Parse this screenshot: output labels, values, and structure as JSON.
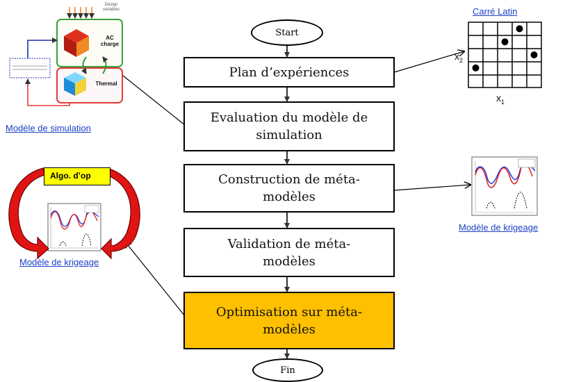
{
  "flow": {
    "start": "Start",
    "steps": [
      "Plan d’expériences",
      "Evaluation du modèle de simulation",
      "Construction de méta-modèles",
      "Validation de méta-modèles",
      "Optimisation sur méta-modèles"
    ],
    "end": "Fin",
    "highlight_color": "#ffc000"
  },
  "latin_square": {
    "title": "Carré Latin",
    "x_label": "x",
    "x_sub": "1",
    "y_label": "x",
    "y_sub": "2",
    "points": [
      [
        4,
        1
      ],
      [
        3,
        2
      ],
      [
        5,
        3
      ],
      [
        1,
        4
      ]
    ]
  },
  "simulation_model": {
    "label": "Modèle de simulation",
    "ac_label_1": "AC",
    "ac_label_2": "charge",
    "thermal_label": "Thermal",
    "design_variables": "Design variables"
  },
  "kriging_right": {
    "label": "Modèle de krigeage"
  },
  "kriging_left": {
    "label": "Modèle de krigeage",
    "algo_label": "Algo. d’op"
  },
  "colors": {
    "link": "#1a3fc4",
    "algo_box": "#ffff00",
    "cycle_arrow": "#e41b1b"
  }
}
